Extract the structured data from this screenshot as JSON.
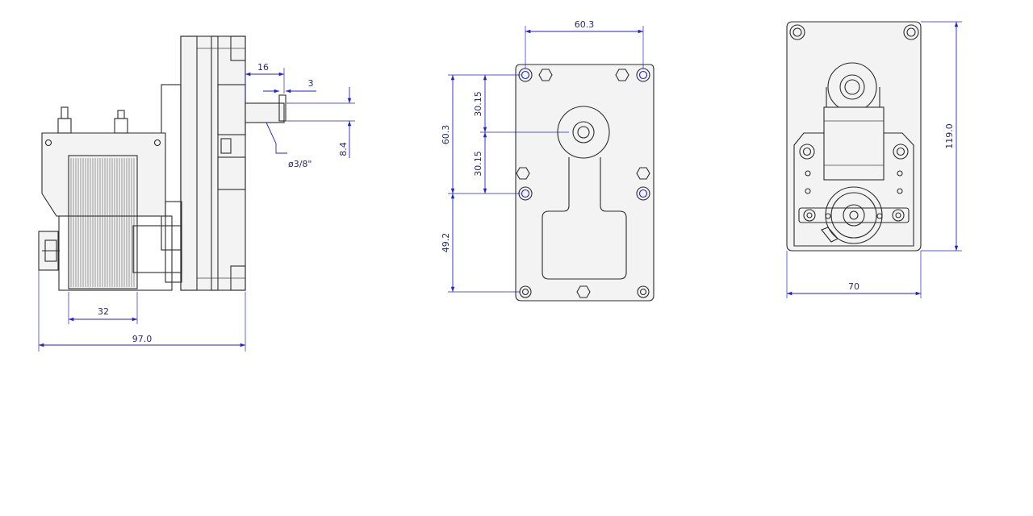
{
  "side_view": {
    "dim_overall_length": "97.0",
    "dim_coil_width": "32",
    "dim_shaft_length": "16",
    "dim_shaft_step": "3",
    "dim_shaft_flat": "8.4",
    "dim_shaft_diameter": "ø3/8\""
  },
  "front_view": {
    "dim_hole_spacing_horizontal": "60.3",
    "dim_hole_spacing_vertical": "60.3",
    "dim_half_spacing_upper": "30.15",
    "dim_half_spacing_lower": "30.15",
    "dim_lower_offset": "49.2"
  },
  "rear_view": {
    "dim_width": "70",
    "dim_height": "119.0"
  },
  "colors": {
    "dimension": "#2323c8",
    "outline": "#2b2b2b"
  }
}
